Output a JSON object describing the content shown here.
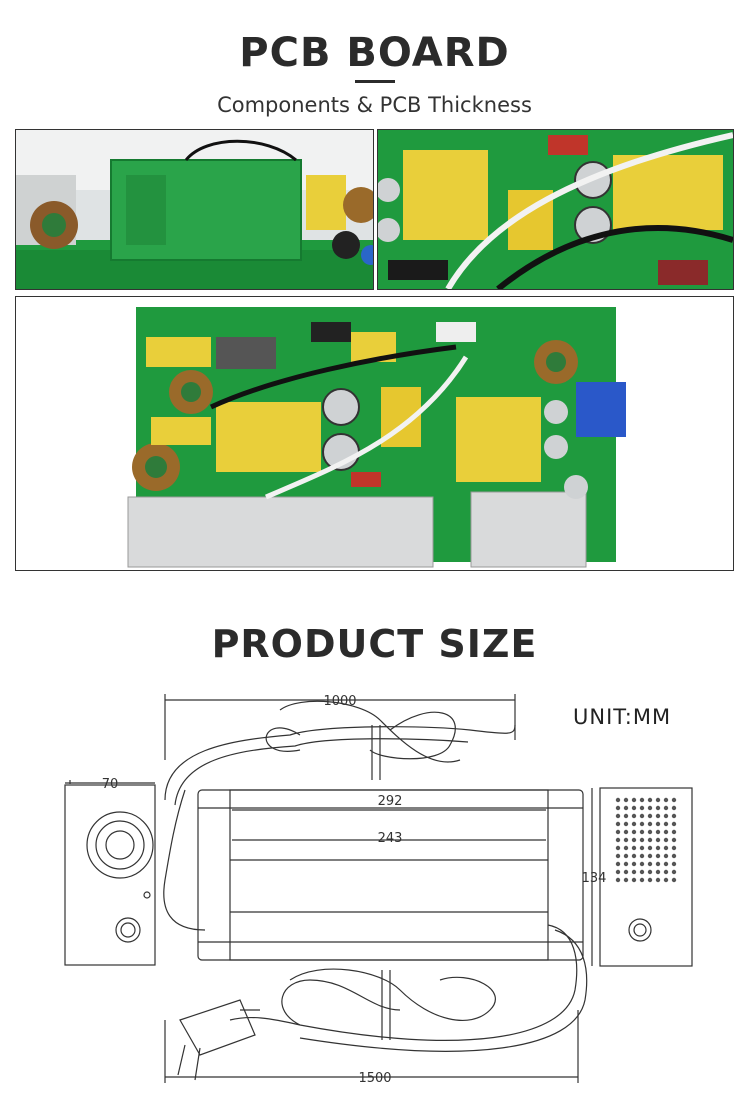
{
  "header": {
    "title": "PCB BOARD",
    "subtitle": "Components & PCB Thickness"
  },
  "size_section": {
    "title": "PRODUCT SIZE",
    "unit": "UNIT:MM"
  },
  "dimensions": {
    "cable_top": "1000",
    "side_width": "70",
    "body_outer": "292",
    "body_inner": "243",
    "height": "134",
    "cable_bottom": "1500"
  },
  "colors": {
    "pcb_green": "#1f9a3e",
    "transformer_yellow": "#e9cf3a",
    "heatsink_silver": "#d9dadb",
    "line": "#333333"
  }
}
